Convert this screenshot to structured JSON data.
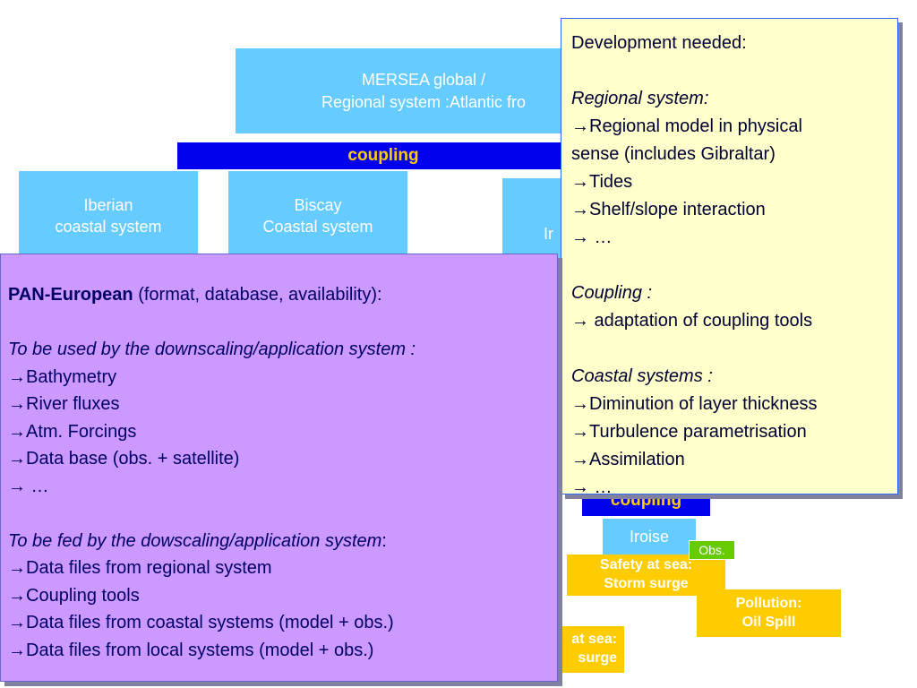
{
  "mersea": {
    "line1": "MERSEA global /",
    "line2": "Regional system :Atlantic fro"
  },
  "coupling_top": "coupling",
  "iberian": {
    "line1": "Iberian",
    "line2": "coastal system"
  },
  "biscay": {
    "line1": "Biscay",
    "line2": "Coastal system"
  },
  "irish_partial": "Ir",
  "coupling_bottom": "coupling",
  "iroise": "Iroise",
  "obs": "Obs.",
  "safety_right": {
    "line1": "Safety at sea:",
    "line2": "Storm surge"
  },
  "pollution": {
    "line1": "Pollution:",
    "line2": "Oil Spill"
  },
  "safety_left": {
    "line1": "at sea:",
    "line2": "surge"
  },
  "colors": {
    "light_blue": "#66ccff",
    "coupling_blue": "#0000ee",
    "coupling_text": "#ffcc00",
    "yellow": "#ffcc00",
    "purple": "#cc99ff",
    "pale_yellow": "#ffffcc",
    "obs_green": "#66cc00"
  },
  "dev_panel": {
    "title": "Development needed:",
    "regional_heading": "Regional system:",
    "regional_items": [
      "Regional model in physical",
      "sense (includes Gibraltar)",
      "Tides",
      "Shelf/slope interaction",
      " …"
    ],
    "coupling_heading": "Coupling :",
    "coupling_items": [
      " adaptation of coupling tools"
    ],
    "coastal_heading": "Coastal systems :",
    "coastal_items": [
      "Diminution of layer thickness",
      "Turbulence parametrisation",
      "Assimilation",
      " …"
    ]
  },
  "pan_panel": {
    "title_bold": "PAN-European",
    "title_rest": " (format, database, availability):",
    "used_heading": "To be used by the downscaling/application system :",
    "used_items": [
      "Bathymetry",
      "River fluxes",
      "Atm. Forcings",
      "Data base (obs. + satellite)",
      " …"
    ],
    "fed_heading": "To be fed by the dowscaling/application system",
    "fed_colon": ":",
    "fed_items": [
      "Data files from regional system",
      "Coupling tools",
      "Data files from coastal systems (model + obs.)",
      "Data files from local systems (model + obs.)"
    ]
  }
}
